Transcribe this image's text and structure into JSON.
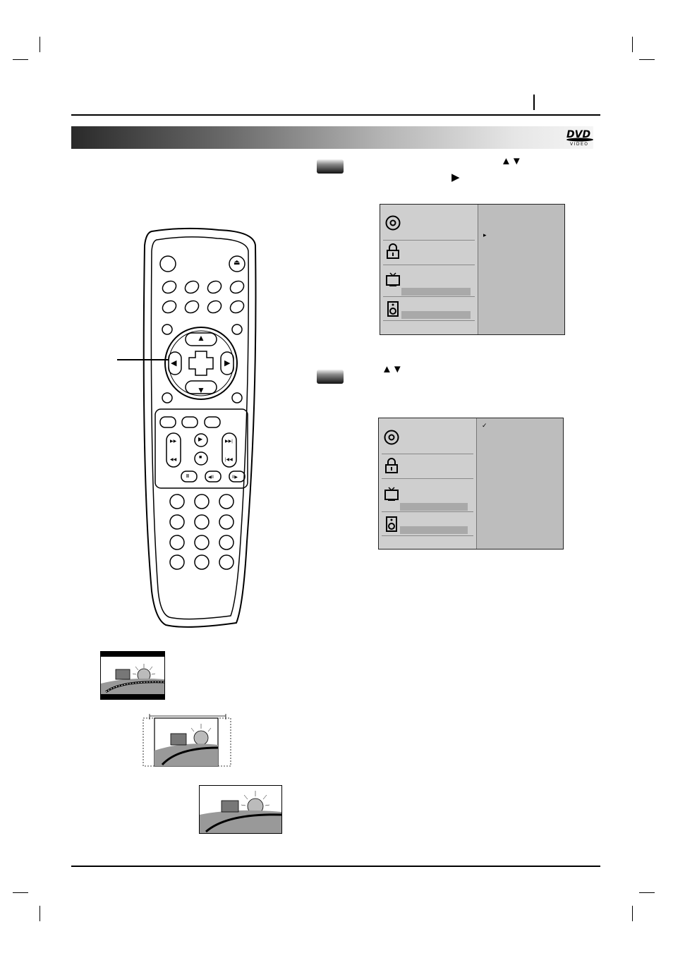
{
  "page": {
    "page_number_marker": "|"
  },
  "banner": {
    "logo_text": "DVD",
    "logo_subtext": "VIDEO"
  },
  "steps": [
    {
      "arrows_1": "▲▼",
      "arrow_2": "▶"
    },
    {
      "arrows_1": "▲▼"
    }
  ],
  "menu1": {
    "selector_mark": "▸",
    "icons": [
      "disc-icon",
      "lock-icon",
      "tv-icon",
      "speaker-icon"
    ]
  },
  "menu2": {
    "selector_mark": "✓",
    "icons": [
      "disc-icon",
      "lock-icon",
      "tv-icon",
      "speaker-icon"
    ]
  },
  "remote": {
    "eject_symbol": "⏏",
    "nav_up": "▲",
    "nav_down": "▼",
    "nav_left": "◀",
    "nav_right": "▶",
    "transport": [
      "▶▶",
      "▶",
      "▶▶|",
      "◀◀",
      "■",
      "|◀◀",
      "II",
      "◀II",
      "II▶"
    ]
  },
  "colors": {
    "menu_bg": "#c6c6c6",
    "menu_bar": "#a9a9a9"
  }
}
